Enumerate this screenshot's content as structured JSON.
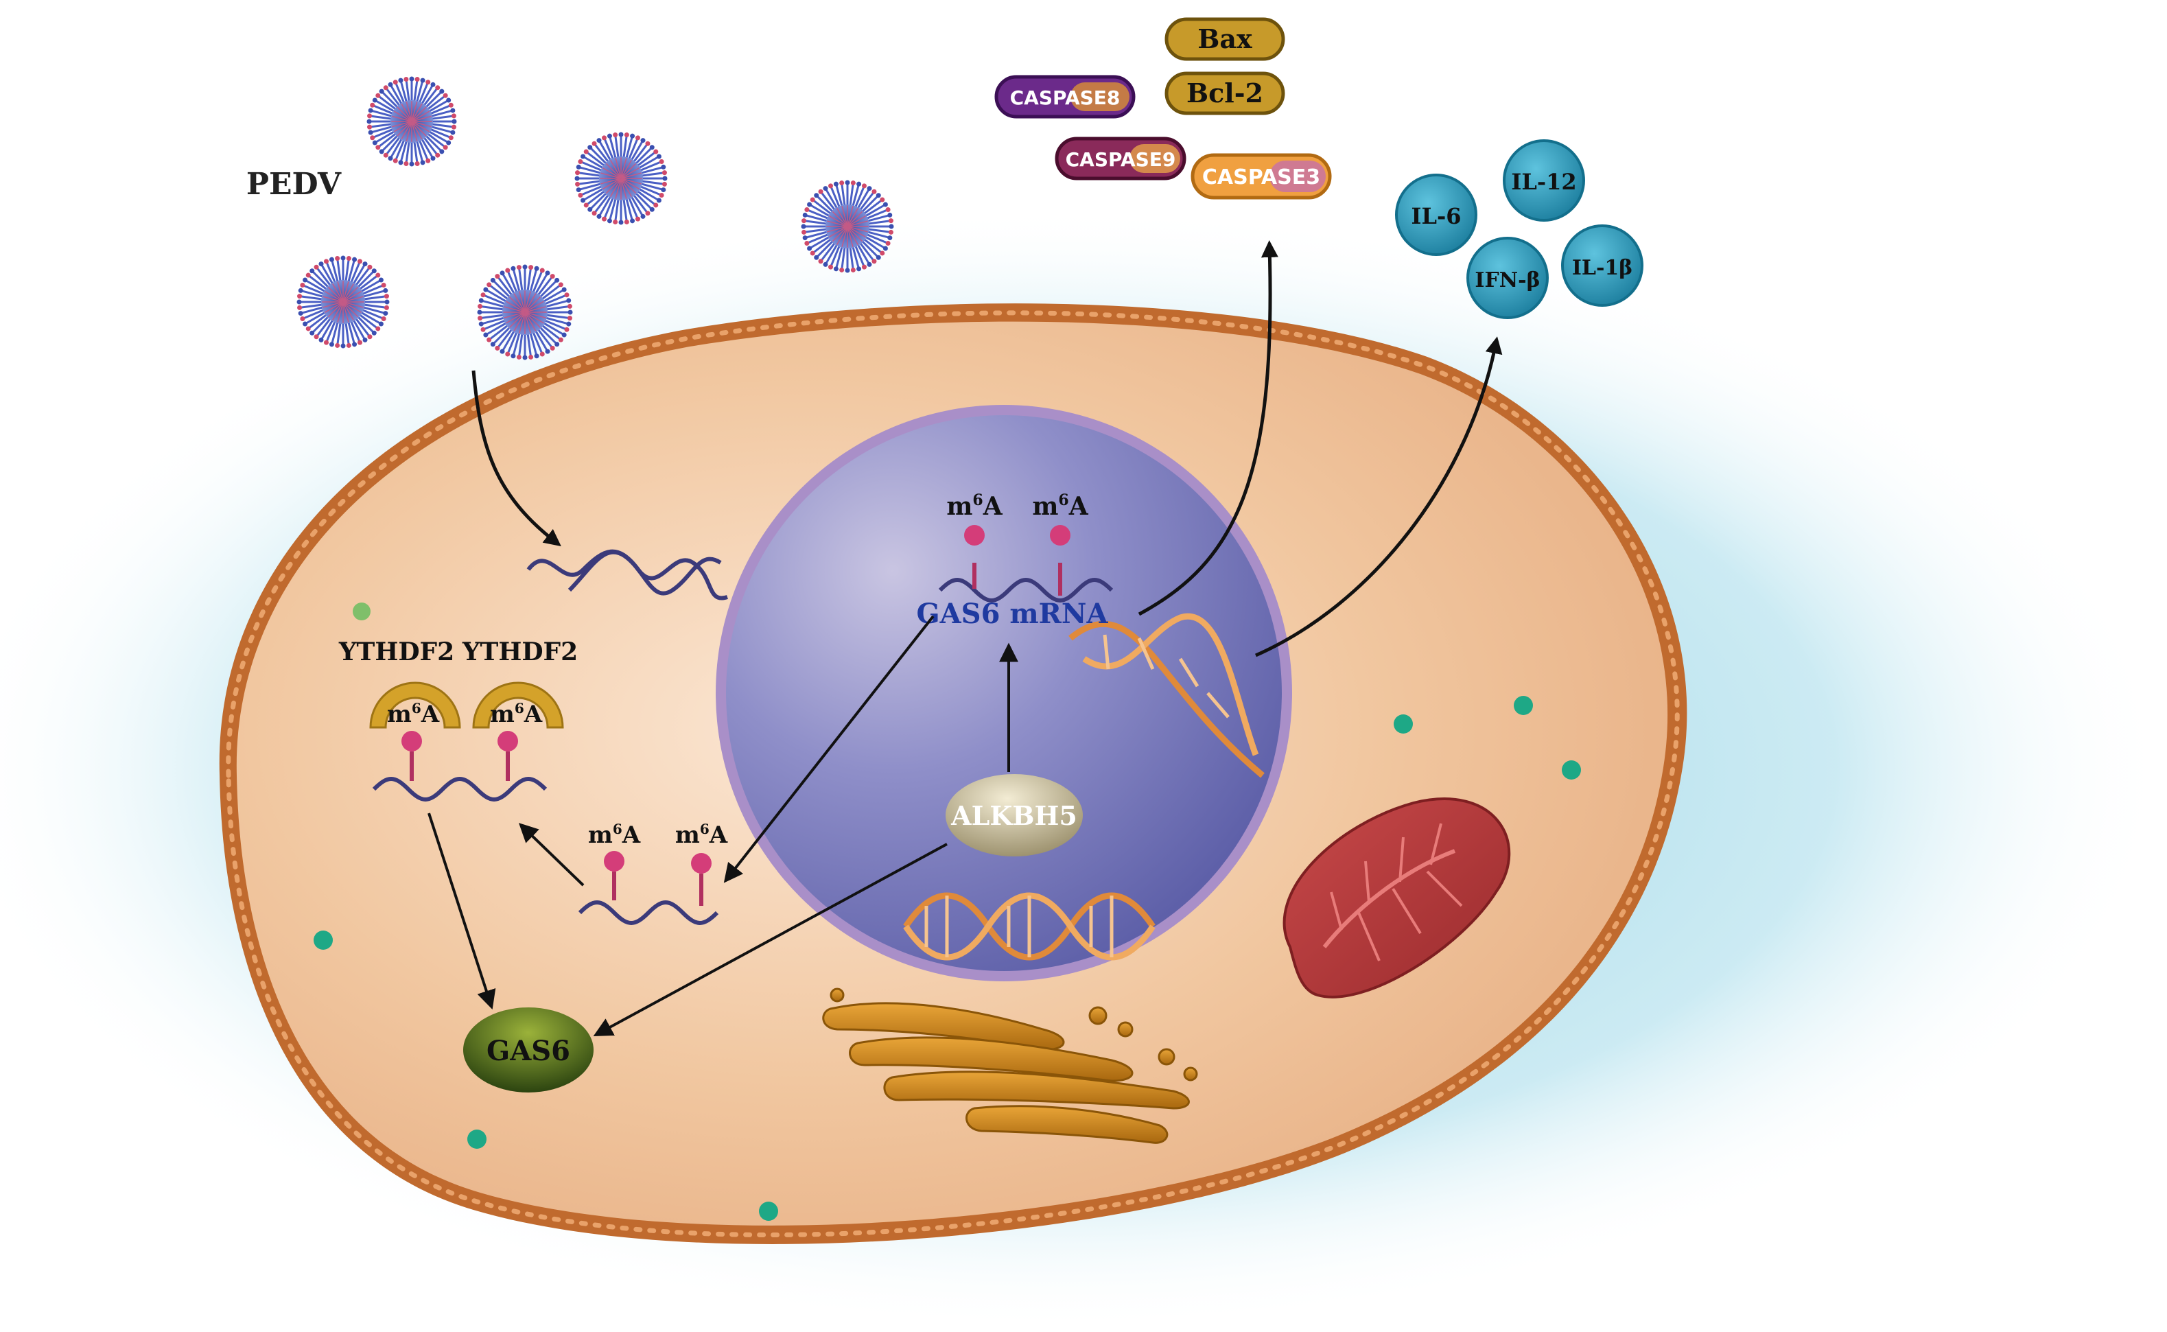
{
  "virus": {
    "label": "PEDV"
  },
  "apoptosis": {
    "bax": "Bax",
    "bcl2": "Bcl-2",
    "caspase8": "CASPASE8",
    "caspase9": "CASPASE9",
    "caspase3": "CASPASE3"
  },
  "cytokines": {
    "il6": "IL-6",
    "il12": "IL-12",
    "ifnb": "IFN-β",
    "il1b": "IL-1β"
  },
  "nucleus": {
    "mrna_label": "GAS6 mRNA",
    "m6a_base": "m",
    "m6a_sup": "6",
    "m6a_tail": "A",
    "alkbh5": "ALKBH5"
  },
  "cytoplasm": {
    "ythdf2_left": "YTHDF2",
    "ythdf2_right": "YTHDF2",
    "gas6": "GAS6"
  },
  "colors": {
    "background_glow": "#a9dbe9",
    "cytoplasm": "#f2c9a3",
    "membrane": "#cf7a3c",
    "nucleus": "#7f81bf",
    "mrna": "#3b3a7a",
    "m6a_head": "#d43d79",
    "dna": "#e08a3a",
    "cytokine": "#2d9fbf",
    "mitochondrion": "#b9383a",
    "golgi": "#d78f1c",
    "gas6": "#4a6a18",
    "alkbh5": "#bfb389",
    "ythdf2": "#d4a22a",
    "bax_bcl2": "#c79a2a",
    "caspase8": "#6b2a8a",
    "caspase9": "#8a2a5a",
    "caspase3": "#f0a040",
    "granule": "#1ea886"
  }
}
